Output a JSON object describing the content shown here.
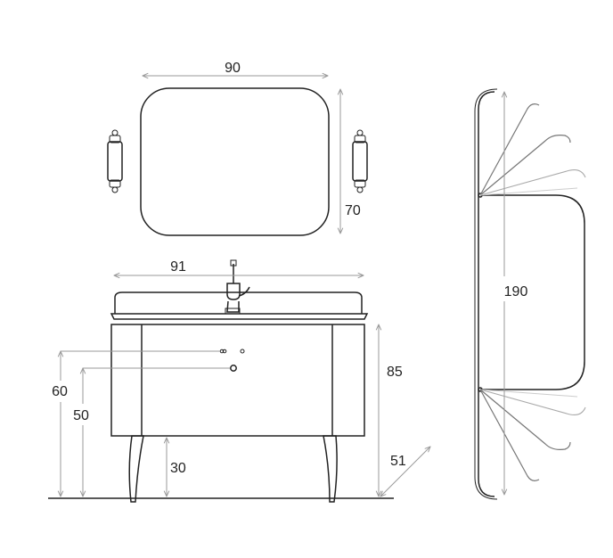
{
  "dimensions": {
    "mirror_width": "90",
    "mirror_height": "70",
    "vanity_width": "91",
    "vanity_height": "85",
    "vanity_depth": "51",
    "leg_height": "30",
    "drain_height_high": "60",
    "drain_height_low": "50",
    "side_view_height": "190"
  },
  "colors": {
    "outline": "#222222",
    "dimension_line": "#9a9a9a"
  }
}
